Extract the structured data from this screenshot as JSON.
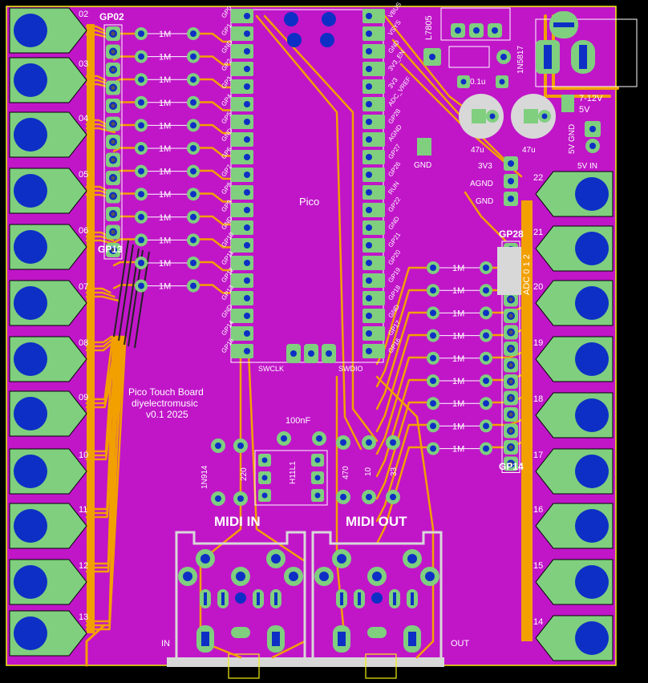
{
  "board": {
    "title_line1": "Pico Touch Board",
    "title_line2": "diyelectromusic",
    "title_line3": "v0.1 2025",
    "module_label": "Pico"
  },
  "headers": {
    "left_top": "GP02",
    "left_bottom": "GP13",
    "right_top": "GP28",
    "right_bottom": "GP14",
    "adc_label": "ADC 0 1 2"
  },
  "resistor_value": "1M",
  "pico_left_pins": [
    "GP0",
    "GP1",
    "GND",
    "GP2",
    "GP3",
    "GP4",
    "GP5",
    "GND",
    "GP6",
    "GP7",
    "GP8",
    "GP9",
    "GND",
    "GP10",
    "GP11",
    "GP12",
    "GP13",
    "GND",
    "GP14",
    "GP15"
  ],
  "pico_right_pins": [
    "VBUS",
    "VSYS",
    "GND",
    "3V3_EN",
    "3V3",
    "ADC_VREF",
    "GP28",
    "AGND",
    "GP27",
    "GP26",
    "RUN",
    "GP22",
    "GND",
    "GP21",
    "GP20",
    "GP19",
    "GP18",
    "GND",
    "GP17",
    "GP16"
  ],
  "debug": {
    "swclk": "SWCLK",
    "swdio": "SWDIO"
  },
  "left_pads": [
    "02",
    "03",
    "04",
    "05",
    "06",
    "07",
    "08",
    "09",
    "10",
    "11",
    "12",
    "13"
  ],
  "right_pads": [
    "22",
    "21",
    "20",
    "19",
    "18",
    "17",
    "16",
    "15",
    "14"
  ],
  "power": {
    "regulator": "L7805",
    "diode": "1N5817",
    "cap_small": "0.1u",
    "cap1": "47u",
    "cap2": "47u",
    "input_label": "7-12V",
    "v5_label": "5V",
    "gnd_label": "GND",
    "v5in_label": "5V IN",
    "v5gnd_label": "5V GND",
    "gnd_pad_label": "GND",
    "rail_3v3": "3V3",
    "rail_agnd": "AGND",
    "rail_gnd": "GND"
  },
  "midi": {
    "in_label": "MIDI IN",
    "out_label": "MIDI OUT",
    "in_small": "IN",
    "out_small": "OUT",
    "cap_100n": "100nF",
    "diode": "1N914",
    "r220": "220",
    "opto": "H11L1",
    "r470": "470",
    "r10": "10",
    "r33": "33"
  },
  "colors": {
    "board": "#c016c8",
    "copper": "#f2a000",
    "pad": "#7fcf7f",
    "drill": "#0d2fc5",
    "silk": "#ffffff",
    "outline": "#f2f20a",
    "courtyard": "#d8d8d8",
    "via_dark": "#1e1e1e"
  }
}
